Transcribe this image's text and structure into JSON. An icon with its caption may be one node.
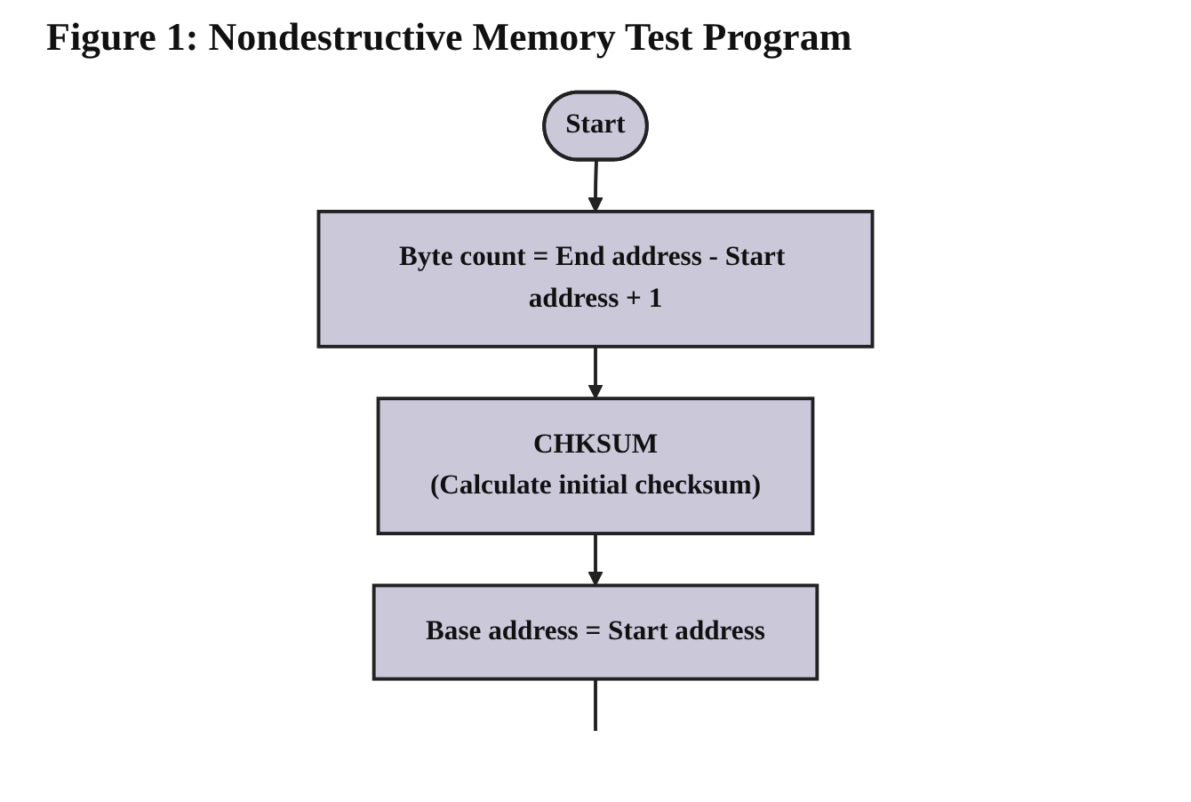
{
  "diagram": {
    "title": "Figure 1: Nondestructive Memory Test Program",
    "nodes": [
      {
        "text": [
          "Start"
        ]
      },
      {
        "text": [
          "Byte count = End address - Start address + 1"
        ]
      },
      {
        "text": [
          "CHKSUM",
          "(Calculate initial checksum)"
        ]
      },
      {
        "text": [
          "Base address = Start address"
        ]
      }
    ],
    "edges": [
      {
        "from": 0,
        "to": 1,
        "arrow": "to"
      },
      {
        "from": 1,
        "to": 2,
        "arrow": "to"
      },
      {
        "from": 2,
        "to": 3,
        "arrow": "to"
      },
      {
        "from": 3,
        "to": null,
        "arrow": "none"
      }
    ]
  }
}
